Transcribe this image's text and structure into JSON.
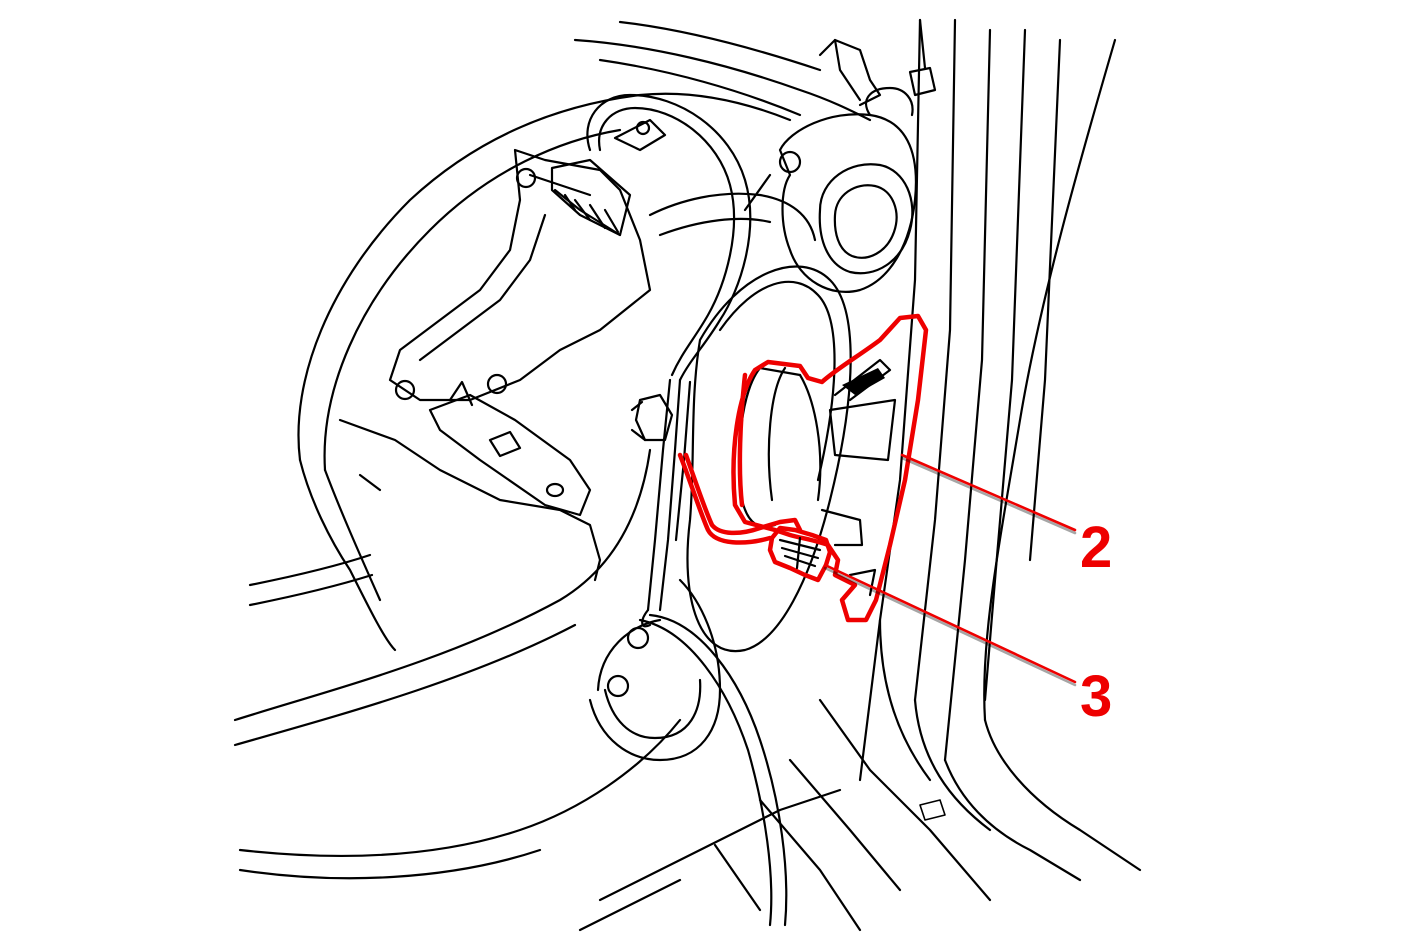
{
  "callouts": [
    {
      "id": "2",
      "label": "2"
    },
    {
      "id": "3",
      "label": "3"
    }
  ],
  "colors": {
    "linework": "#000000",
    "highlight": "#ee0000",
    "background": "#ffffff"
  },
  "icons": {
    "speaker": "speaker-icon",
    "connector": "connector-icon",
    "tweeter": "tweeter-icon"
  }
}
